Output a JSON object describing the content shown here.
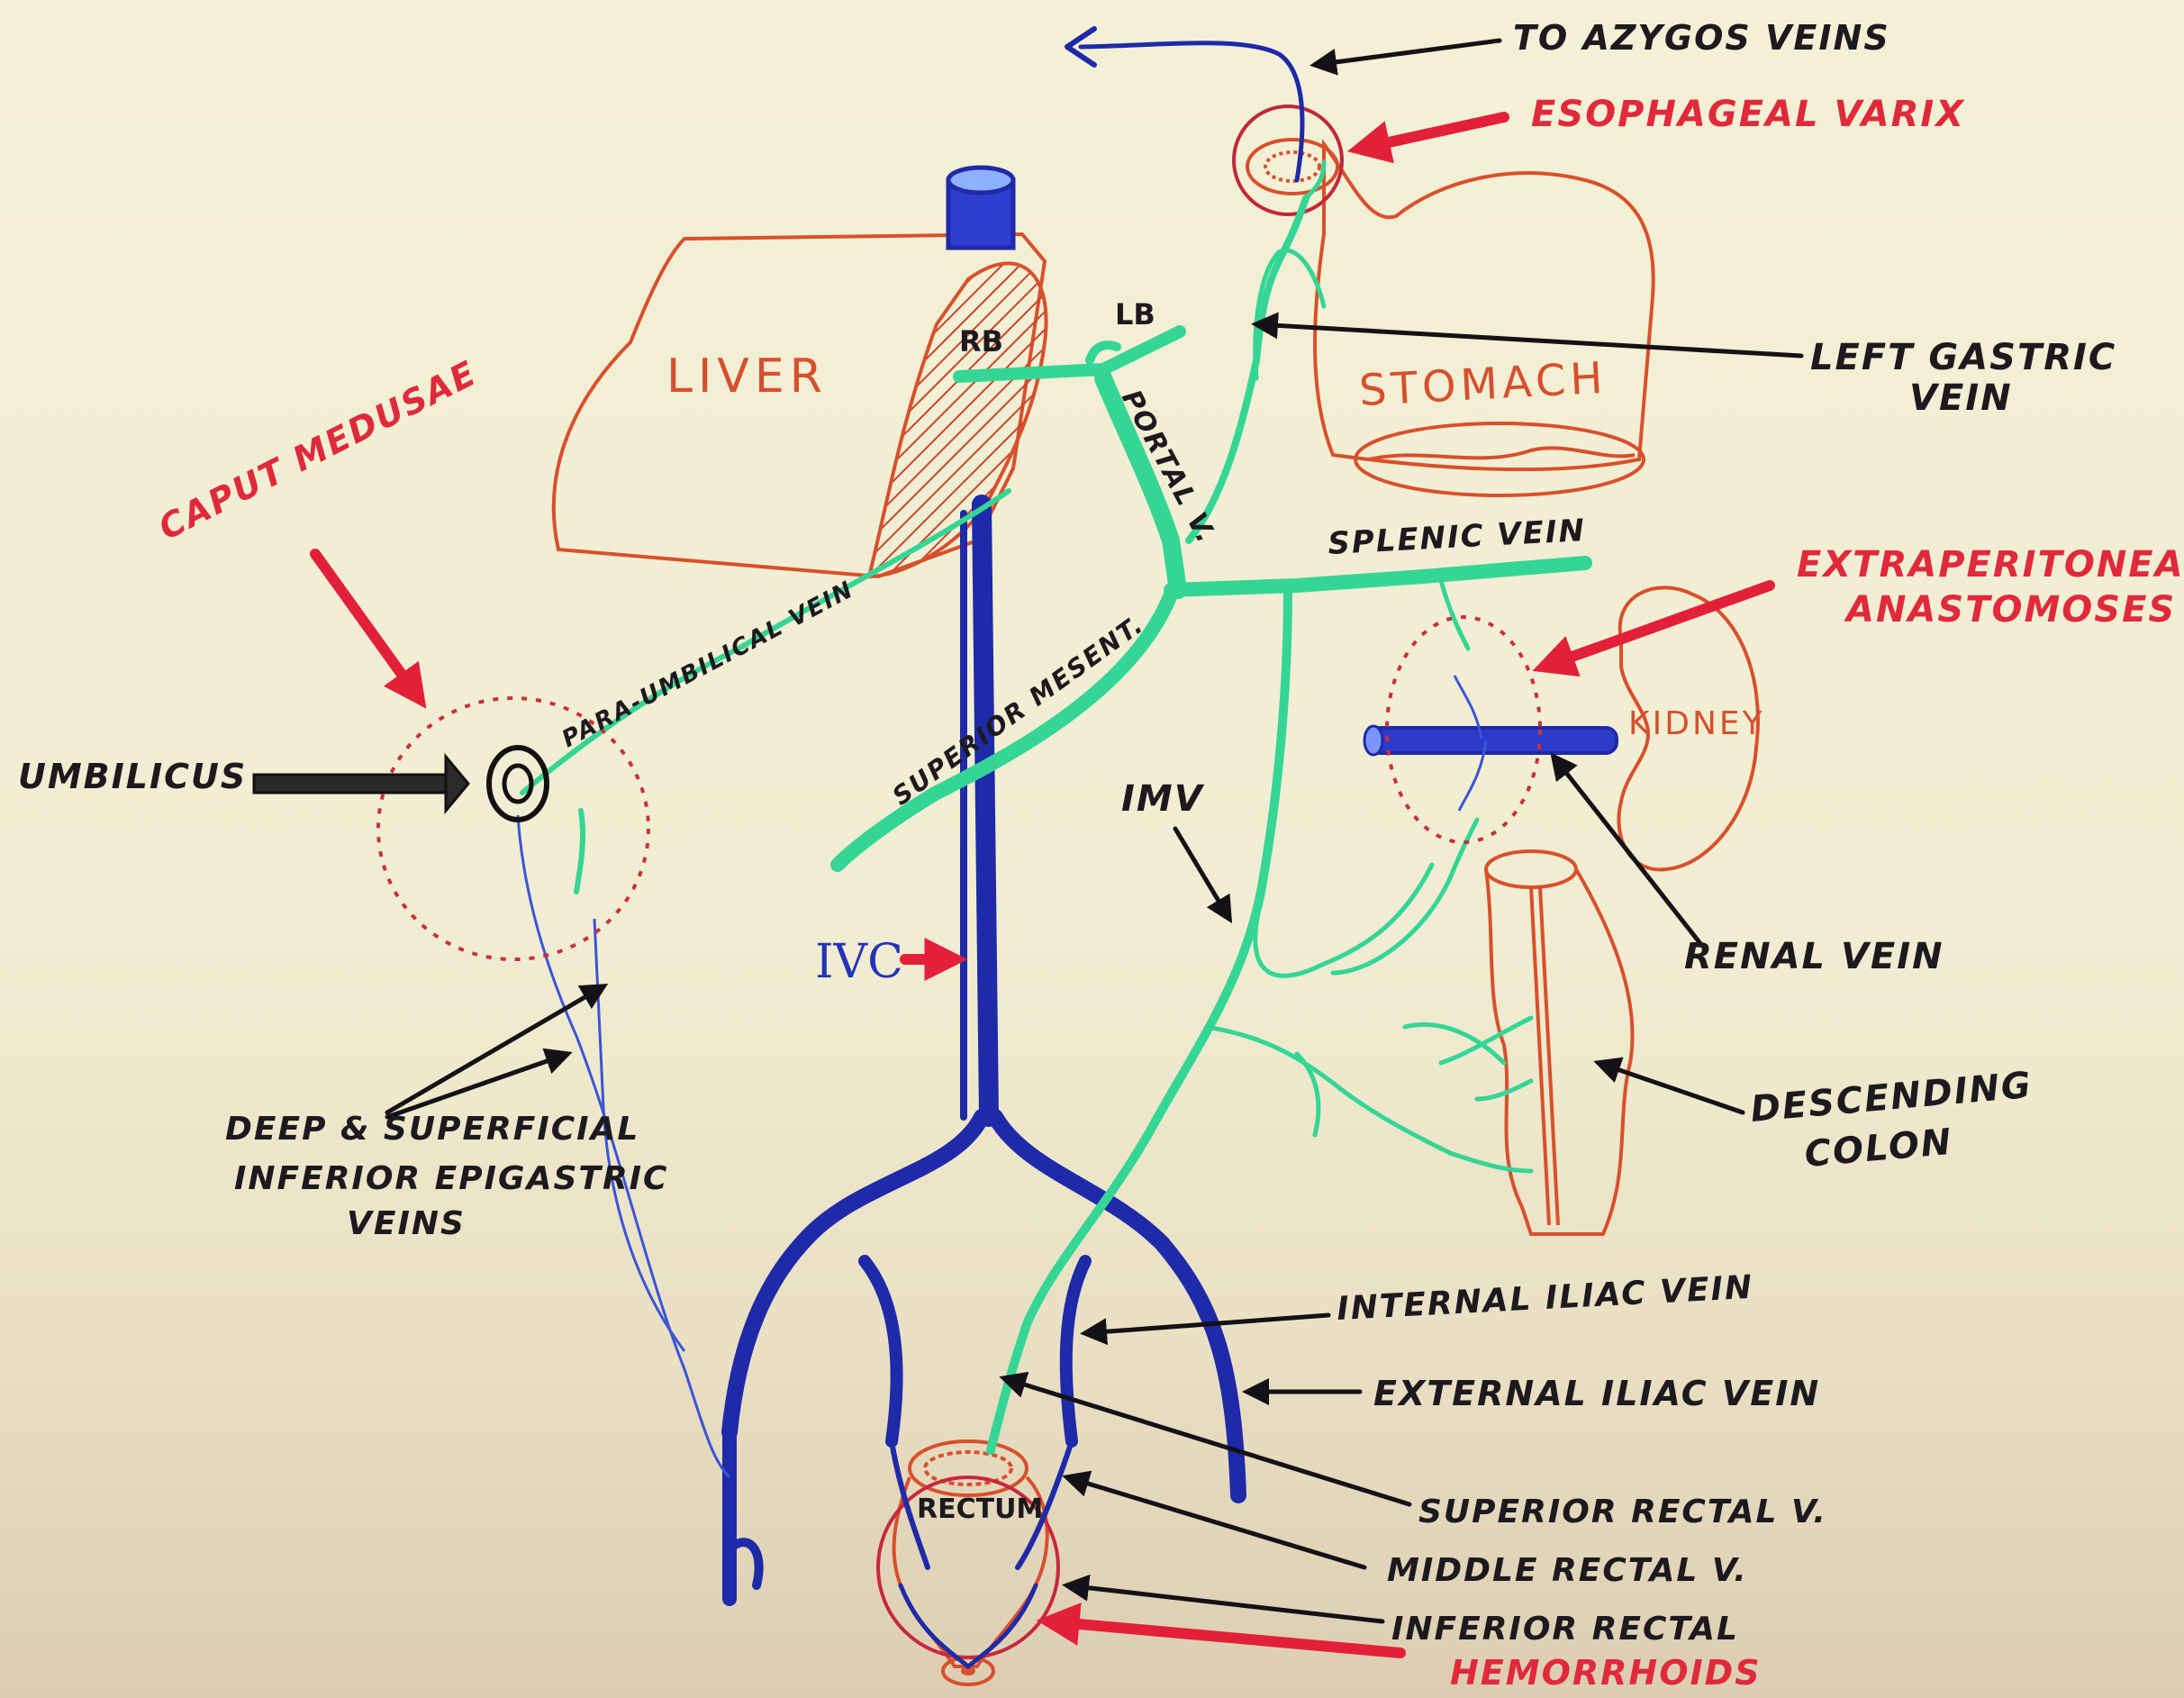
{
  "organs": {
    "liver": "LIVER",
    "stomach": "STOMACH",
    "kidney": "KIDNEY",
    "rectum": "RECTUM",
    "rb": "RB",
    "lb": "LB"
  },
  "vessels": {
    "portal_vein": "PORTAL V.",
    "splenic_vein": "SPLENIC VEIN",
    "superior_mesenteric": "SUPERIOR MESENT.",
    "para_umbilical_vein": "PARA-UMBILICAL VEIN",
    "imv": "IMV",
    "ivc": "IVC"
  },
  "callouts": {
    "to_azygos": "TO AZYGOS VEINS",
    "esophageal_varix": "ESOPHAGEAL VARIX",
    "left_gastric_1": "LEFT GASTRIC",
    "left_gastric_2": "VEIN",
    "extraperitoneal_1": "EXTRAPERITONEAL",
    "extraperitoneal_2": "ANASTOMOSES",
    "renal_vein": "RENAL VEIN",
    "descending_colon_1": "DESCENDING",
    "descending_colon_2": "COLON",
    "caput_medusae": "CAPUT MEDUSAE",
    "umbilicus": "UMBILICUS",
    "epigastric_1": "DEEP & SUPERFICIAL",
    "epigastric_2": "INFERIOR EPIGASTRIC",
    "epigastric_3": "VEINS",
    "internal_iliac": "INTERNAL ILIAC VEIN",
    "external_iliac": "EXTERNAL ILIAC VEIN",
    "superior_rectal": "SUPERIOR RECTAL V.",
    "middle_rectal": "MIDDLE RECTAL V.",
    "inferior_rectal": "INFERIOR RECTAL",
    "hemorrhoids": "HEMORRHOIDS"
  },
  "colors": {
    "portal_system": "#35d695",
    "systemic_veins": "#1f2aa8",
    "organs": "#d8502c",
    "pathology_labels": "#e02a3c",
    "annotation_text": "#1c1a1e"
  }
}
